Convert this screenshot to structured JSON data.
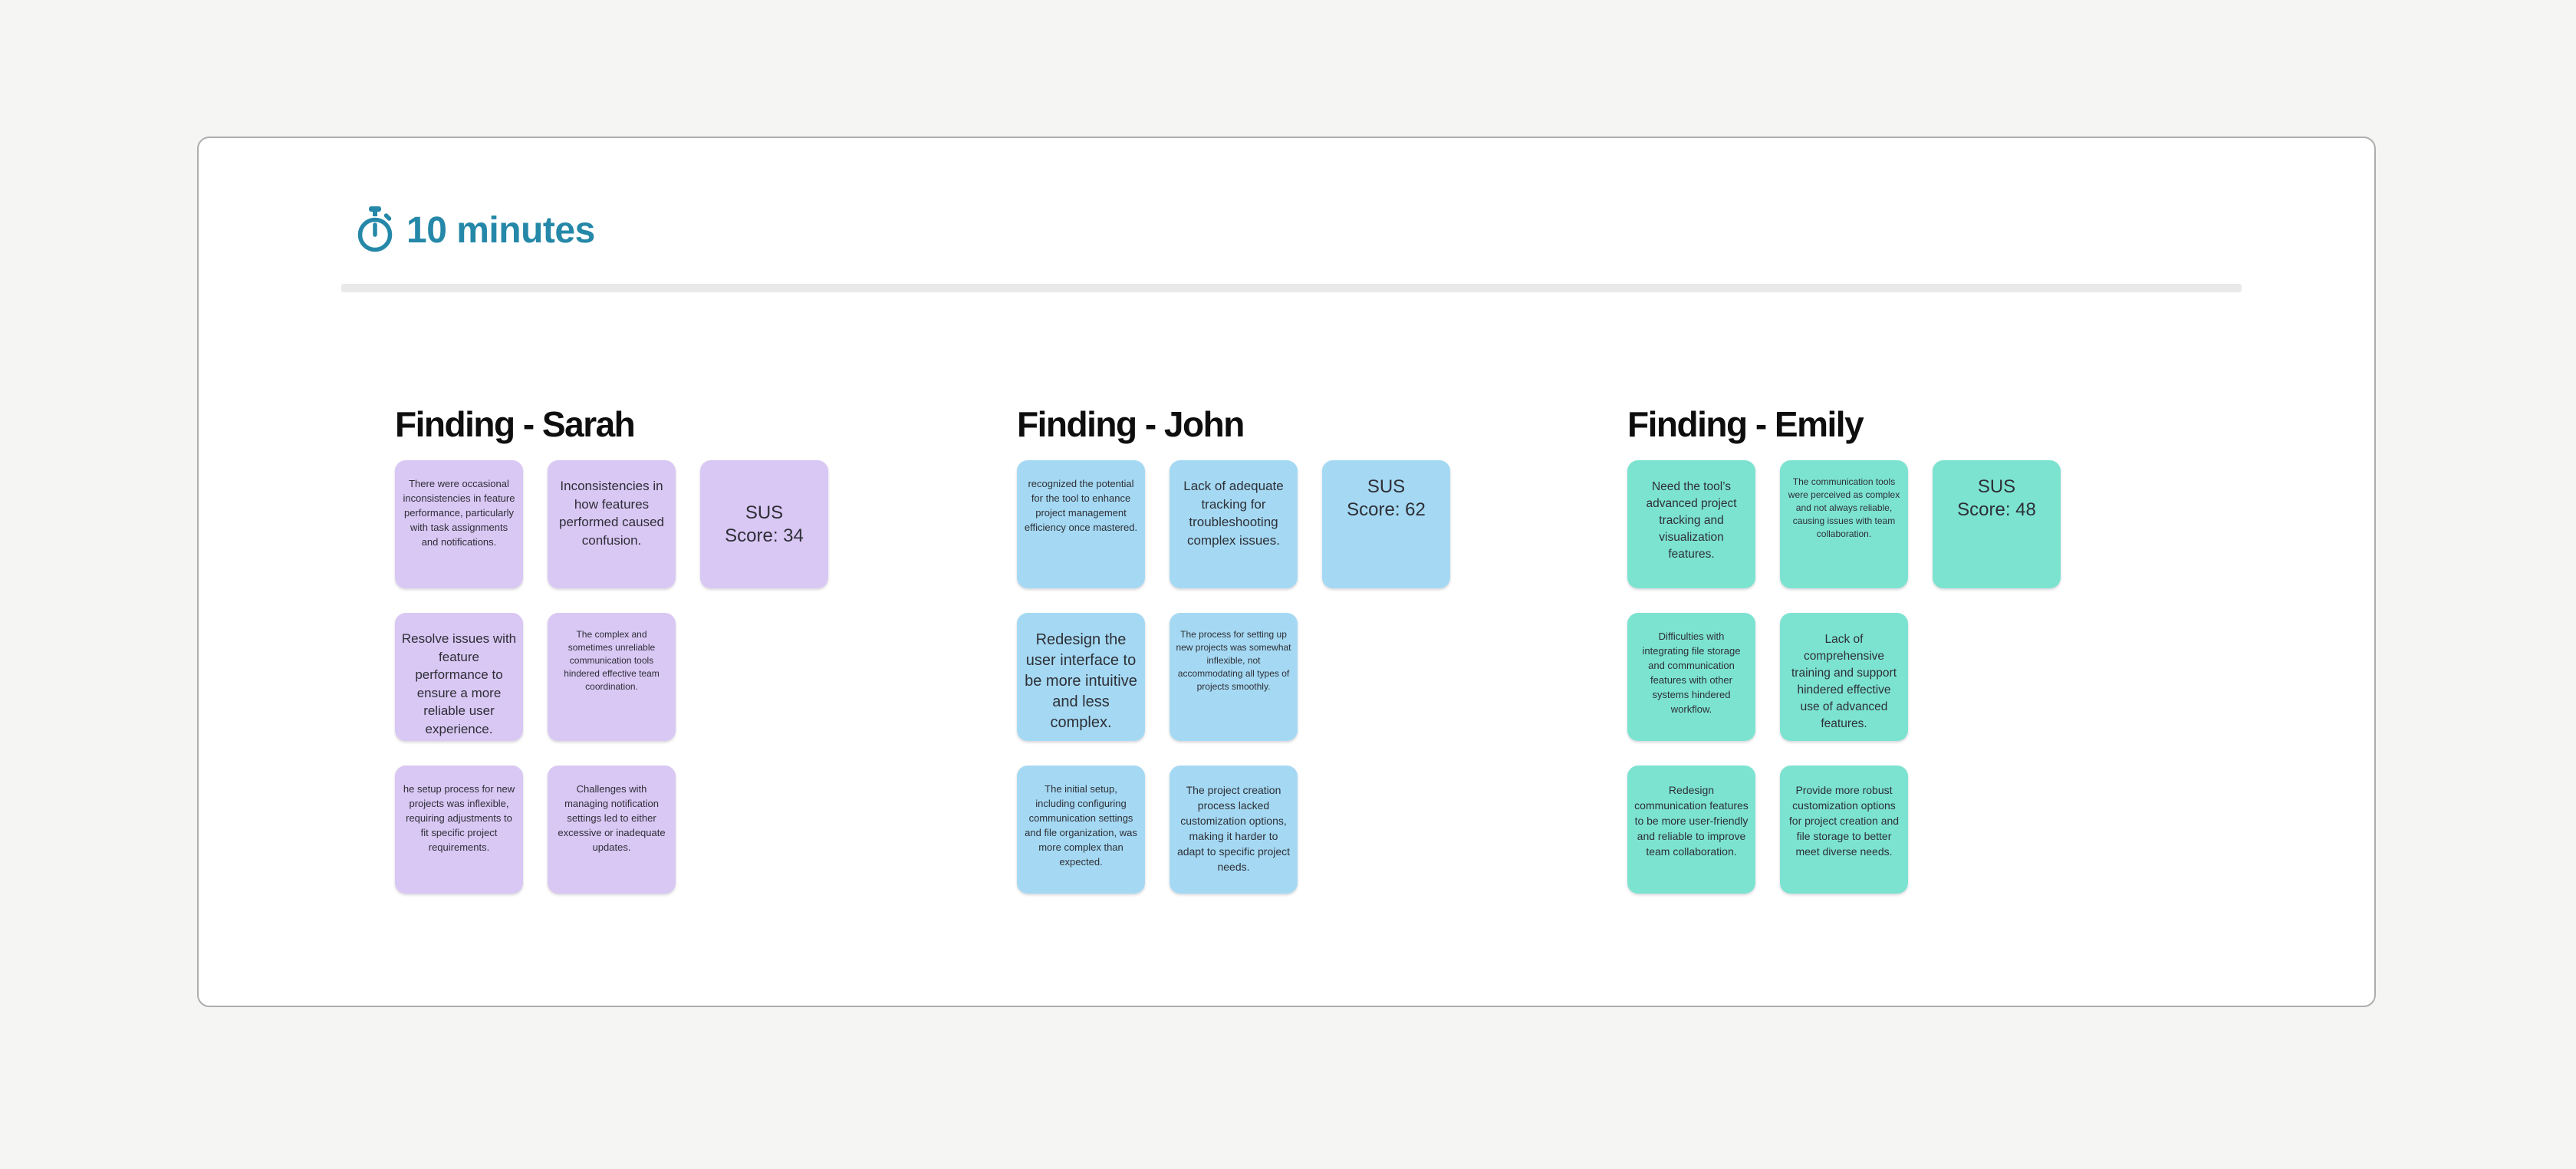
{
  "timer": {
    "label": "10 minutes"
  },
  "colors": {
    "accent": "#2588a8",
    "progress_track": "#e9e9e9",
    "purple": "#d9c7f4",
    "blue": "#a5d9f3",
    "teal": "#7ce3d1"
  },
  "columns": [
    {
      "title": "Finding - Sarah",
      "color": "purple",
      "notes": [
        {
          "text": "There were occasional inconsistencies in feature performance, particularly with task assignments and notifications.",
          "scale": "sm"
        },
        {
          "text": "Inconsistencies in how features performed caused confusion.",
          "scale": "lg"
        },
        {
          "text": "SUS\nScore: 34",
          "scale": "sus",
          "valign": "center"
        },
        {
          "text": "Resolve issues with feature performance to ensure a more reliable user experience.",
          "scale": "lg"
        },
        {
          "text": "The complex and sometimes unreliable communication tools hindered effective team coordination.",
          "scale": "xs"
        },
        {
          "text": "he setup process for new projects was inflexible, requiring adjustments to fit specific project requirements.",
          "scale": "sm"
        },
        {
          "text": "Challenges with managing notification settings led to either excessive or inadequate updates.",
          "scale": "sm"
        }
      ]
    },
    {
      "title": "Finding - John",
      "color": "blue",
      "notes": [
        {
          "text": "recognized the potential for the tool to enhance project management efficiency once mastered.",
          "scale": "sm"
        },
        {
          "text": "Lack of adequate tracking for troubleshooting complex issues.",
          "scale": "lg"
        },
        {
          "text": "SUS\nScore: 62",
          "scale": "sus",
          "valign": "top"
        },
        {
          "text": "Redesign the user interface to be more intuitive and less complex.",
          "scale": "xl"
        },
        {
          "text": "The process for setting up new projects was somewhat inflexible, not accommodating all types of projects smoothly.",
          "scale": "xs"
        },
        {
          "text": "The initial setup, including configuring communication settings and file organization, was more complex than expected.",
          "scale": "sm"
        },
        {
          "text": "The project creation process lacked customization options, making it harder to adapt to specific project needs.",
          "scale": "smd"
        }
      ]
    },
    {
      "title": "Finding - Emily",
      "color": "teal",
      "notes": [
        {
          "text": "Need the tool’s advanced project tracking and visualization features.",
          "scale": "md"
        },
        {
          "text": "The communication tools were perceived as complex and not always reliable, causing issues with team collaboration.",
          "scale": "xs"
        },
        {
          "text": "SUS\nScore: 48",
          "scale": "sus",
          "valign": "top"
        },
        {
          "text": "Difficulties with integrating file storage and communication features with other systems hindered workflow.",
          "scale": "sm"
        },
        {
          "text": "Lack of comprehensive training and support hindered effective use of advanced features.",
          "scale": "md"
        },
        {
          "text": "Redesign communication features to be more user-friendly and reliable to improve team collaboration.",
          "scale": "smd"
        },
        {
          "text": "Provide more robust customization options for project creation and file storage to better meet diverse needs.",
          "scale": "smd"
        }
      ]
    }
  ]
}
